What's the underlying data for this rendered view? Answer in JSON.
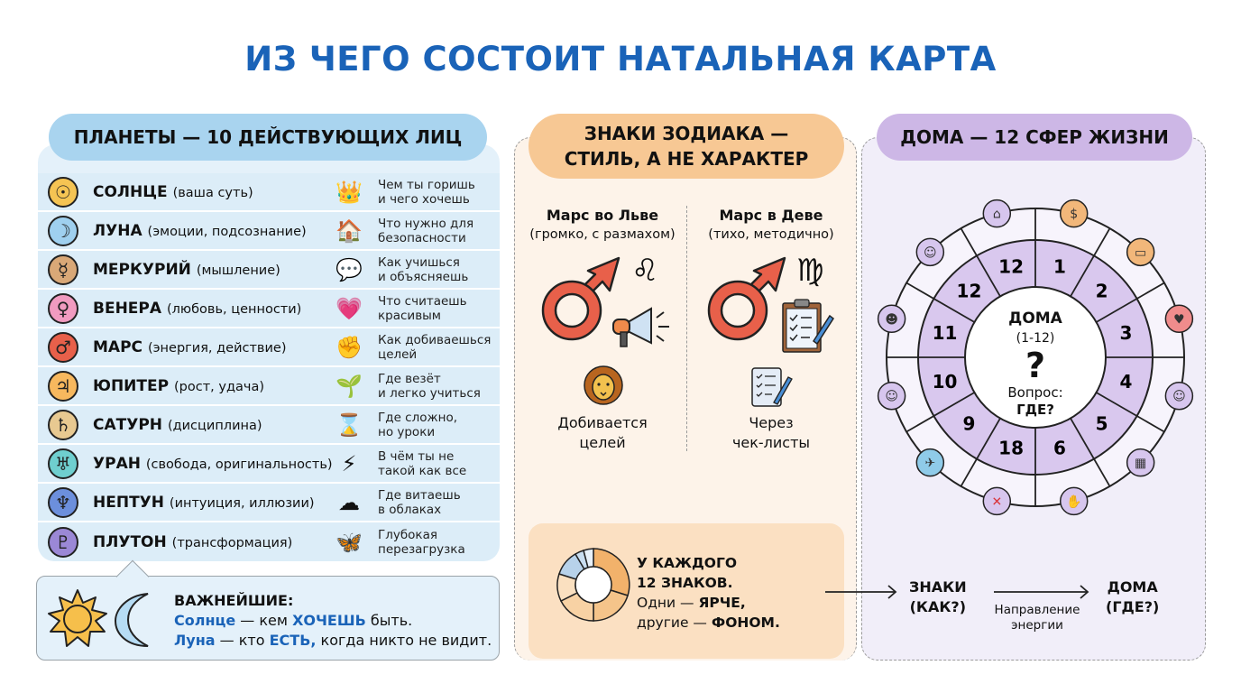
{
  "title": "ИЗ ЧЕГО СОСТОИТ НАТАЛЬНАЯ КАРТА",
  "colors": {
    "title_blue": "#1a63b8",
    "planets_panel": "#e4f1fa",
    "planets_pill": "#a9d4ef",
    "signs_panel": "#fdf3e9",
    "signs_pill": "#f7c894",
    "houses_panel": "#f1eef9",
    "houses_pill": "#cdb7e6",
    "mars_red": "#e8604a"
  },
  "planets": {
    "header": "ПЛАНЕТЫ — 10 ДЕЙСТВУЮЩИХ ЛИЦ",
    "items": [
      {
        "name": "СОЛНЦЕ",
        "desc": "(ваша суть)",
        "symbol": "☉",
        "color": "#f5c453",
        "icon": "crown-person-fire-icon",
        "pict": "👑",
        "meaning": "Чем ты горишь\nи чего хочешь"
      },
      {
        "name": "ЛУНА",
        "desc": "(эмоции, подсознание)",
        "symbol": "☽",
        "color": "#9fd0ef",
        "icon": "house-shield-icon",
        "pict": "🏠",
        "meaning": "Что нужно для\nбезопасности"
      },
      {
        "name": "МЕРКУРИЙ",
        "desc": "(мышление)",
        "symbol": "☿",
        "color": "#d9a877",
        "icon": "speech-brain-icon",
        "pict": "💬",
        "meaning": "Как учишься\nи объясняешь"
      },
      {
        "name": "ВЕНЕРА",
        "desc": "(любовь, ценности)",
        "symbol": "♀",
        "color": "#f19bc0",
        "icon": "heart-hands-icon",
        "pict": "💗",
        "meaning": "Что считаешь\nкрасивым"
      },
      {
        "name": "МАРС",
        "desc": "(энергия, действие)",
        "symbol": "♂",
        "color": "#e8604a",
        "icon": "fist-gauge-icon",
        "pict": "✊",
        "meaning": "Как добиваешься\nцелей"
      },
      {
        "name": "ЮПИТЕР",
        "desc": "(рост, удача)",
        "symbol": "♃",
        "color": "#f7b85e",
        "icon": "sprout-hand-icon",
        "pict": "🌱",
        "meaning": "Где везёт\nи легко учиться"
      },
      {
        "name": "САТУРН",
        "desc": "(дисциплина)",
        "symbol": "♄",
        "color": "#e8c991",
        "icon": "hourglass-icon",
        "pict": "⌛",
        "meaning": "Где сложно,\nно уроки"
      },
      {
        "name": "УРАН",
        "desc": "(свобода, оригинальность)",
        "symbol": "♅",
        "color": "#6fcfcf",
        "icon": "lightning-plug-icon",
        "pict": "⚡",
        "meaning": "В чём ты не\nтакой как все"
      },
      {
        "name": "НЕПТУН",
        "desc": "(интуиция, иллюзии)",
        "symbol": "♆",
        "color": "#6c8fdc",
        "icon": "cloud-eye-icon",
        "pict": "☁",
        "meaning": "Где витаешь\nв облаках"
      },
      {
        "name": "ПЛУТОН",
        "desc": "(трансформация)",
        "symbol": "♇",
        "color": "#9b88d6",
        "icon": "butterfly-icon",
        "pict": "🦋",
        "meaning": "Глубокая\nперезагрузка"
      }
    ],
    "callout": {
      "heading": "ВАЖНЕЙШИЕ:",
      "line1_a": "Солнце",
      "line1_b": " — кем ",
      "line1_c": "ХОЧЕШЬ",
      "line1_d": " быть.",
      "line2_a": "Луна",
      "line2_b": " — кто ",
      "line2_c": "ЕСТЬ,",
      "line2_d": " когда никто не видит."
    }
  },
  "signs": {
    "header_line1": "ЗНАКИ ЗОДИАКА —",
    "header_line2": "СТИЛЬ, А НЕ ХАРАКТЕР",
    "left": {
      "title": "Марс во Льве",
      "note": "(громко, с размахом)",
      "sign_glyph": "♌",
      "caption": "Добивается\nцелей"
    },
    "right": {
      "title": "Марс в Деве",
      "note": "(тихо, методично)",
      "sign_glyph": "♍",
      "caption": "Через\nчек-листы"
    },
    "bottom": {
      "line1": "У КАЖДОГО",
      "line2": "12 ЗНАКОВ.",
      "line3_a": "Одни — ",
      "line3_b": "ЯРЧЕ,",
      "line4_a": "другие — ",
      "line4_b": "ФОНОМ."
    }
  },
  "houses": {
    "header": "ДОМА — 12 СФЕР ЖИЗНИ",
    "center_title": "ДОМА",
    "center_range": "(1-12)",
    "center_mark": "?",
    "center_q1": "Вопрос:",
    "center_q2": "ГДЕ?",
    "segment_labels": [
      "1",
      "2",
      "3",
      "4",
      "5",
      "6",
      "18",
      "9",
      "10",
      "11",
      "12",
      "12"
    ],
    "outer_icons": [
      "coin-icon",
      "book-icon",
      "heart-icon",
      "family-icon",
      "work-desk-icon",
      "handshake-icon",
      "cross-x-icon",
      "airplane-icon",
      "person-money-icon",
      "helping-hand-icon",
      "person-laptop-icon",
      "house-icon"
    ],
    "flow_from": "ЗНАКИ\n(КАК?)",
    "flow_from_1": "ЗНАКИ",
    "flow_from_2": "(КАК?)",
    "flow_to_1": "ДОМА",
    "flow_to_2": "(ГДЕ?)",
    "flow_note": "Направление\nэнергии"
  }
}
